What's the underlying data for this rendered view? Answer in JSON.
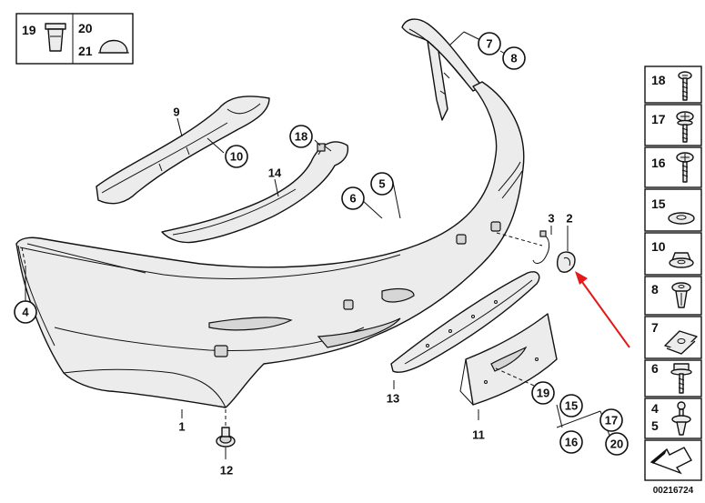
{
  "diagram_id": "00216724",
  "accent_color": "#e3191b",
  "callouts": {
    "c1": "1",
    "c2": "2",
    "c3": "3",
    "c4": "4",
    "c5": "5",
    "c6": "6",
    "c7": "7",
    "c8": "8",
    "c9": "9",
    "c10": "10",
    "c11": "11",
    "c12": "12",
    "c13": "13",
    "c14": "14",
    "c15": "15",
    "c16": "16",
    "c17": "17",
    "c18": "18",
    "c19": "19",
    "c20": "20"
  },
  "top_legend": {
    "a": "19",
    "b": "20",
    "c": "21"
  },
  "side_legend": [
    {
      "label": "18",
      "icon": "screw-icon"
    },
    {
      "label": "17",
      "icon": "washer-screw-icon"
    },
    {
      "label": "16",
      "icon": "cross-head-screw-icon"
    },
    {
      "label": "15",
      "icon": "washer-icon"
    },
    {
      "label": "10",
      "icon": "flange-nut-icon"
    },
    {
      "label": "8",
      "icon": "expanding-rivet-icon"
    },
    {
      "label": "7",
      "icon": "clip-nut-icon"
    },
    {
      "label": "6",
      "icon": "hex-bolt-icon"
    },
    {
      "label": "4",
      "label2": "5",
      "icon": "push-pin-icon"
    },
    {
      "label": "",
      "icon": "arrow-icon"
    }
  ]
}
